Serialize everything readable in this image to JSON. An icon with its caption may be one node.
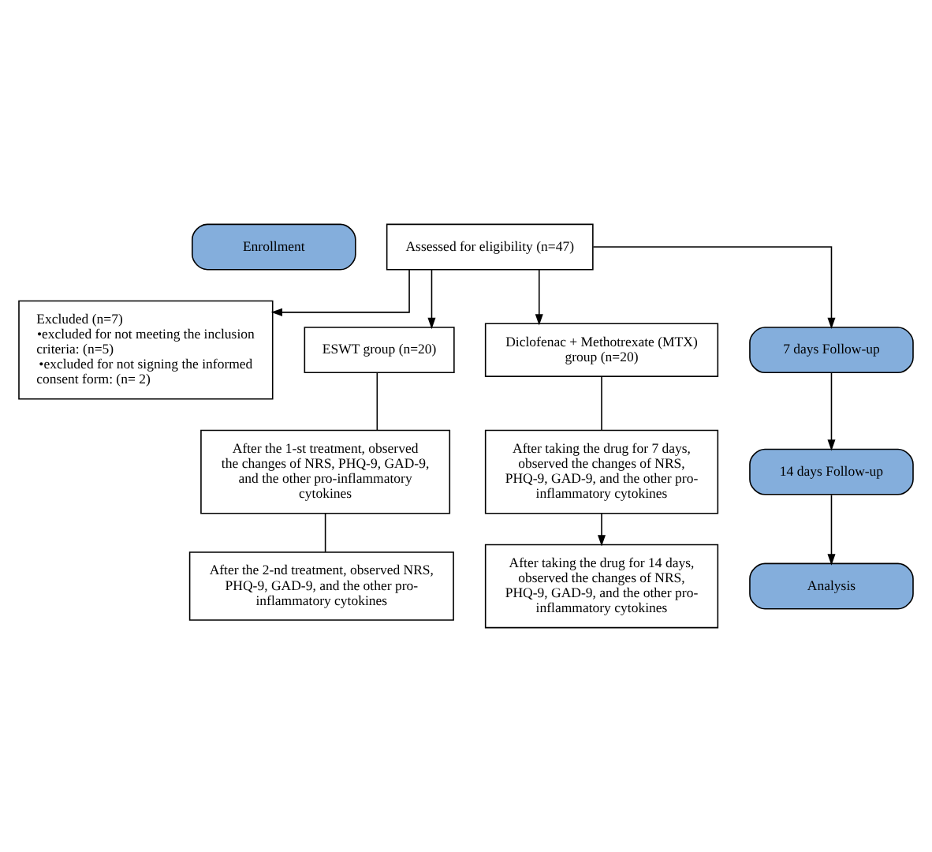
{
  "diagram": {
    "nodes": [
      {
        "text": [
          "Enrollment"
        ]
      },
      {
        "text": [
          "Assessed for eligibility (n=47)"
        ]
      },
      {
        "text": [
          "Excluded (n=7)",
          "•excluded for not meeting the inclusion criteria: (n=5)",
          "•excluded for not signing the informed consent form: (n= 2)"
        ]
      },
      {
        "text": [
          "ESWT group (n=20)"
        ]
      },
      {
        "text": [
          "Diclofenac + Methotrexate (MTX) group (n=20)"
        ]
      },
      {
        "text": [
          "7 days Follow-up"
        ]
      },
      {
        "text": [
          "After the 1-st treatment, observed the changes of NRS, PHQ-9, GAD-9, and the other pro-inflammatory cytokines"
        ]
      },
      {
        "text": [
          "After taking the drug for 7 days, observed the changes of NRS, PHQ-9, GAD-9, and the other pro-inflammatory cytokines"
        ]
      },
      {
        "text": [
          "14 days Follow-up"
        ]
      },
      {
        "text": [
          "After the 2-nd treatment, observed NRS, PHQ-9, GAD-9, and the other pro-inflammatory cytokines"
        ]
      },
      {
        "text": [
          "After taking the drug for 14 days, observed the changes of NRS, PHQ-9, GAD-9, and the other pro-inflammatory cytokines"
        ]
      },
      {
        "text": [
          "Analysis"
        ]
      }
    ],
    "edges": [
      {
        "from": 1,
        "to": 2,
        "arrow": "to"
      },
      {
        "from": 1,
        "to": 3,
        "arrow": "to"
      },
      {
        "from": 1,
        "to": 5,
        "arrow": "to"
      },
      {
        "from": 1,
        "to": 4,
        "arrow": "to"
      },
      {
        "from": 3,
        "to": 6,
        "arrow": "none"
      },
      {
        "from": 6,
        "to": 9,
        "arrow": "none"
      },
      {
        "from": 5,
        "to": 8,
        "arrow": "to"
      },
      {
        "from": 8,
        "to": 11,
        "arrow": "to"
      },
      {
        "from": 4,
        "to": 7,
        "arrow": "none"
      },
      {
        "from": 7,
        "to": 10,
        "arrow": "to"
      }
    ]
  }
}
